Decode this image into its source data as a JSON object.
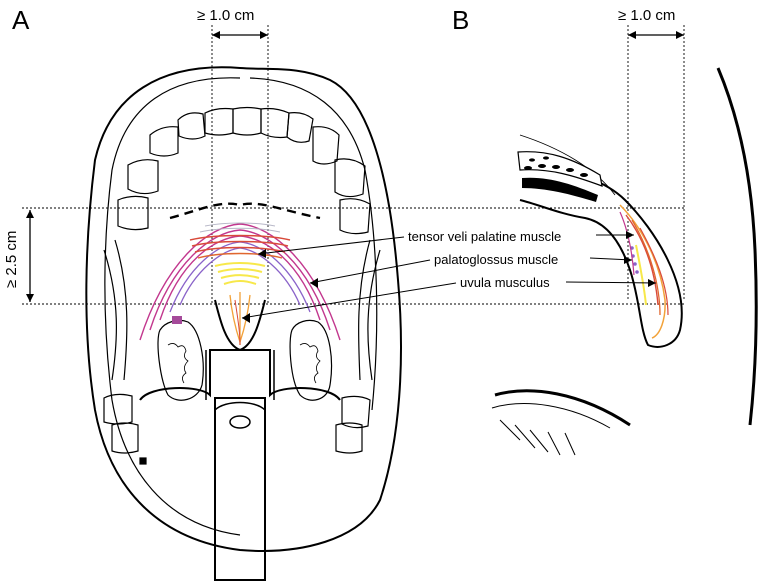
{
  "panels": {
    "a_label": "A",
    "b_label": "B"
  },
  "dimensions": {
    "width_a": "≥ 1.0 cm",
    "width_b": "≥ 1.0 cm",
    "height_a": "≥ 2.5 cm"
  },
  "callouts": {
    "tensor": "tensor veli palatine muscle",
    "palatoglossus": "palatoglossus muscle",
    "uvula": "uvula musculus"
  },
  "colors": {
    "tensor_muscle": "#d94a3a",
    "palatoglossus_muscle": "#c2378e",
    "uvula_muscle": "#f2a23a",
    "pharyngeal_arch": "#8a63c9",
    "highlight_yellow": "#f7e84a"
  }
}
